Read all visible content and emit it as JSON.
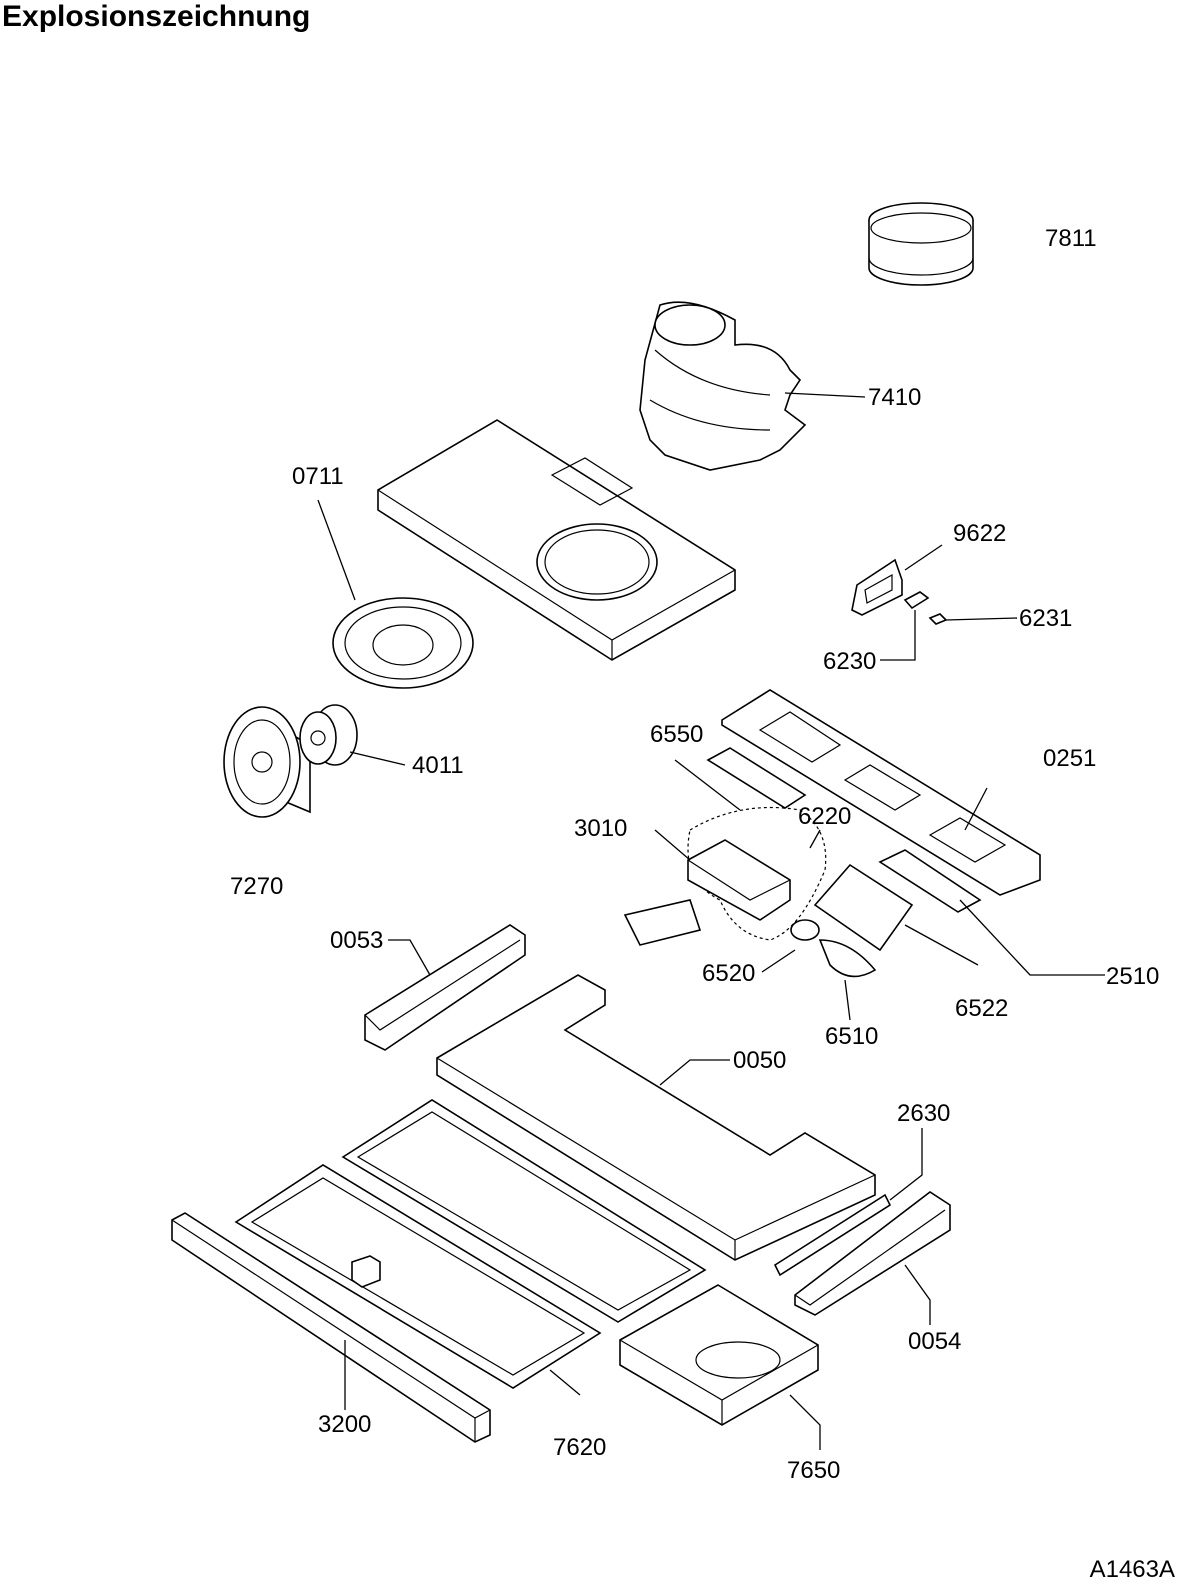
{
  "title": "Explosionszeichnung",
  "drawing_code": "A1463A",
  "part_numbers": {
    "p7811": "7811",
    "p7410": "7410",
    "p0711": "0711",
    "p9622": "9622",
    "p6231": "6231",
    "p6230": "6230",
    "p6550": "6550",
    "p0251": "0251",
    "p4011": "4011",
    "p3010": "3010",
    "p6220": "6220",
    "p7270": "7270",
    "p0053": "0053",
    "p6520": "6520",
    "p2510": "2510",
    "p6522": "6522",
    "p6510": "6510",
    "p0050": "0050",
    "p2630": "2630",
    "p0054": "0054",
    "p3200": "3200",
    "p7620": "7620",
    "p7650": "7650"
  }
}
